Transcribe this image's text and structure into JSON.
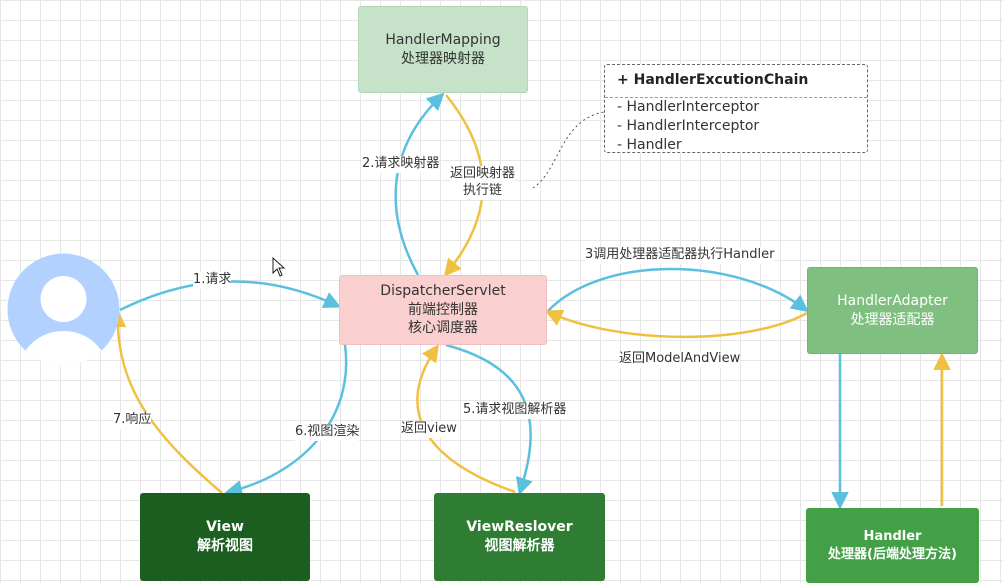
{
  "nodes": {
    "handler_mapping": {
      "line1": "HandlerMapping",
      "line2": "处理器映射器"
    },
    "dispatcher": {
      "line1": "DispatcherServlet",
      "line2": "前端控制器",
      "line3": "核心调度器"
    },
    "handler_adapter": {
      "line1": "HandlerAdapter",
      "line2": "处理器适配器"
    },
    "handler": {
      "line1": "Handler",
      "line2": "处理器(后端处理方法)"
    },
    "view": {
      "line1": "View",
      "line2": "解析视图"
    },
    "view_resolver": {
      "line1": "ViewReslover",
      "line2": "视图解析器"
    }
  },
  "chain_box": {
    "title": "+  HandlerExcutionChain",
    "items": [
      "-  HandlerInterceptor",
      "-  HandlerInterceptor",
      "-  Handler"
    ]
  },
  "edges": {
    "request": "1.请求",
    "request_mapping": "2.请求映射器",
    "return_chain_1": "返回映射器",
    "return_chain_2": "执行链",
    "call_adapter": "3调用处理器适配器执行Handler",
    "return_mav": "返回ModelAndView",
    "request_resolver": "5.请求视图解析器",
    "return_view": "返回view",
    "render": "6.视图渲染",
    "response": "7.响应"
  },
  "colors": {
    "request_arrow": "#5bc0de",
    "return_arrow": "#f0c040"
  }
}
